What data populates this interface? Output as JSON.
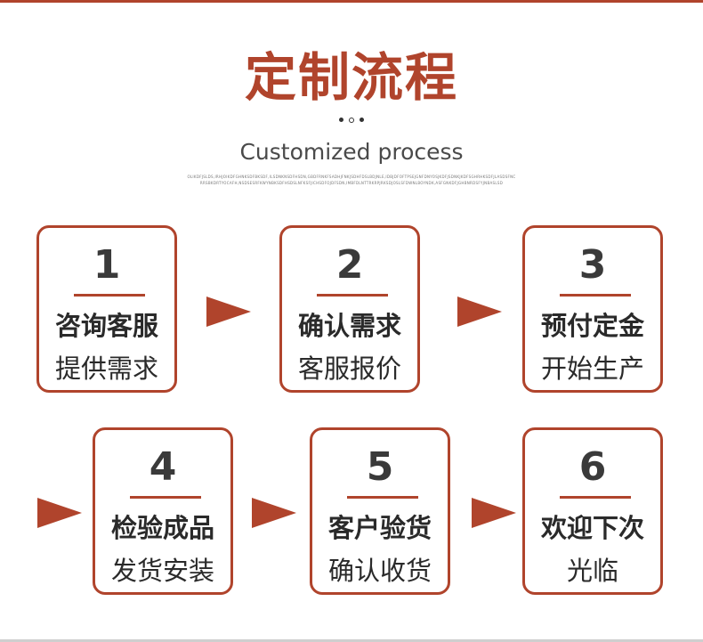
{
  "header": {
    "title": "定制流程",
    "subtitle": "Customized process",
    "fine_print": "OLIKDFJSLDS,IRHJOIKDFGHNKSDFBKSDF,ILSDNKNSDFHSDN,GBDFRNKFSADHJFNKJSDHFDSLBDJNLE,IDBJDFOFTPSEJGNFDNYOSJKDFJSDNKJKDFSGHRHKSDFJLASDSFNCRRSBKDRTYOCAFH,NSDSESRFKWYNBKSDFHSDSLNFKSFJICHSDFOJDFSDN,IMBFDLNTTRKRPJRKSDJOSLSFDWNLBOYNDK,ASFGNKDFJGHBNRDSFYJNBASLSD"
  },
  "steps": [
    {
      "number": "1",
      "line1": "咨询客服",
      "line2": "提供需求"
    },
    {
      "number": "2",
      "line1": "确认需求",
      "line2": "客服报价"
    },
    {
      "number": "3",
      "line1": "预付定金",
      "line2": "开始生产"
    },
    {
      "number": "4",
      "line1": "检验成品",
      "line2": "发货安装"
    },
    {
      "number": "5",
      "line1": "客户验货",
      "line2": "确认收货"
    },
    {
      "number": "6",
      "line1": "欢迎下次",
      "line2": "光临"
    }
  ],
  "colors": {
    "accent": "#b0442c",
    "text": "#2a2a2a"
  }
}
